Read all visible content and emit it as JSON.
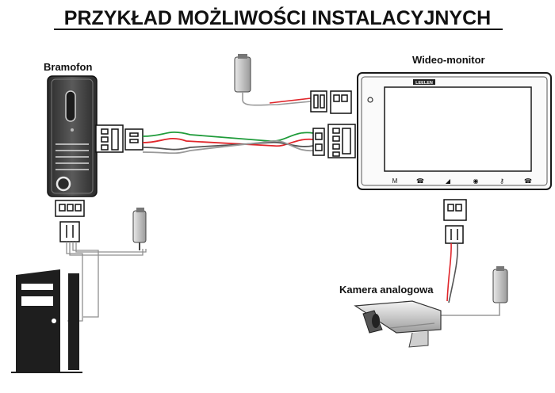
{
  "title": "PRZYKŁAD MOŻLIWOŚCI INSTALACYJNYCH",
  "labels": {
    "intercom": "Bramofon",
    "monitor": "Wideo-monitor",
    "camera": "Kamera analogowa"
  },
  "monitor": {
    "brand": "LEELEN",
    "buttons": [
      "M",
      "☎",
      "◢",
      "◉",
      "⚷",
      "☎"
    ]
  },
  "colors": {
    "wire_red": "#e0262b",
    "wire_green": "#1f9b3a",
    "wire_gray": "#9a9a9a",
    "device_dark": "#3a3a3a",
    "outline": "#1a1a1a"
  }
}
